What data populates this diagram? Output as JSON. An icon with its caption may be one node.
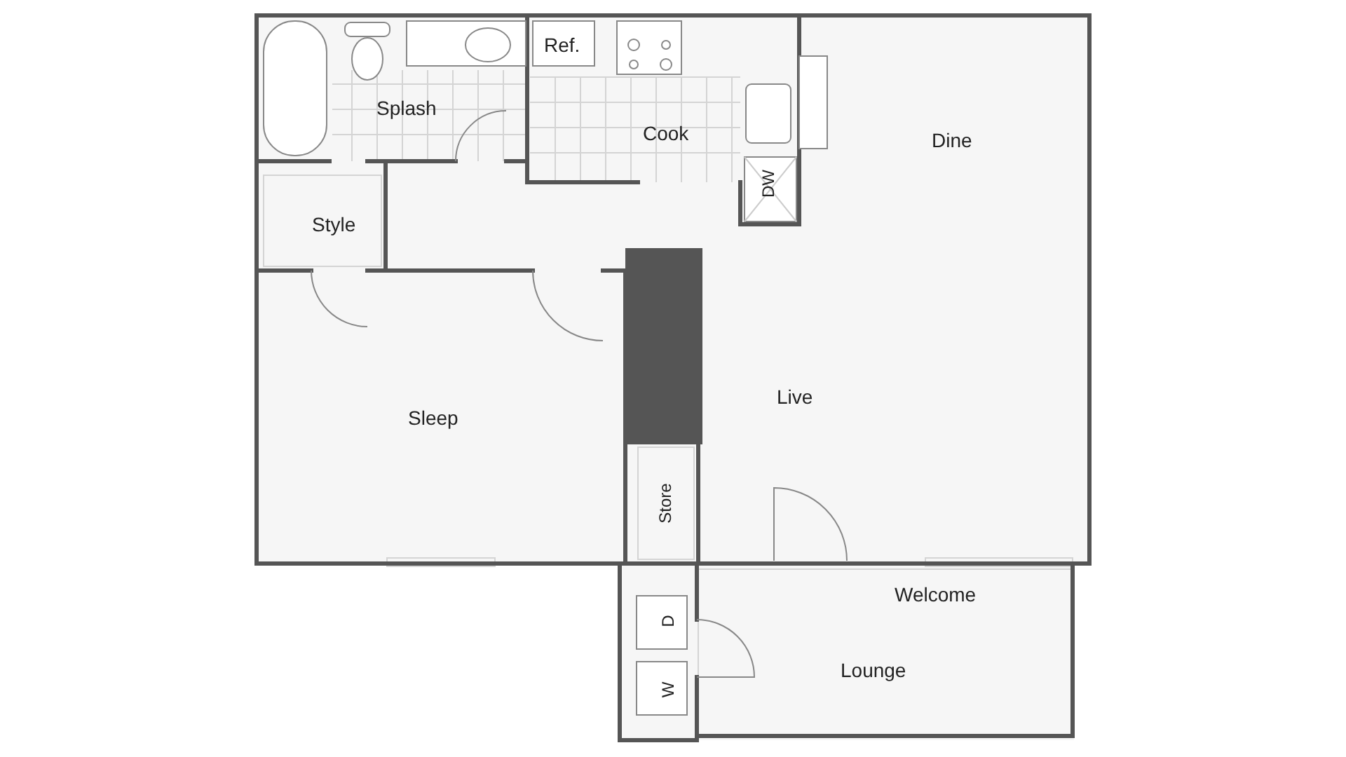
{
  "diagram": {
    "labels": [
      "Ref.",
      "Splash",
      "Cook",
      "Dine",
      "DW",
      "Style",
      "Live",
      "Sleep",
      "Store",
      "Welcome",
      "D",
      "Lounge",
      "W"
    ]
  }
}
